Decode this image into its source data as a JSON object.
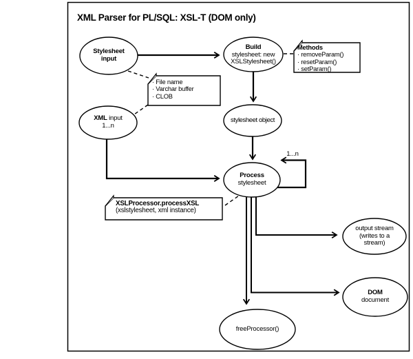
{
  "title": "XML Parser for PL/SQL: XSL-T (DOM only)",
  "colors": {
    "line": "#000000",
    "background": "#ffffff"
  },
  "nodes": {
    "stylesheet_input": {
      "line1": "Stylesheet",
      "line2": "input"
    },
    "build_stylesheet": {
      "line1": "Build",
      "line2": "stylesheet: new",
      "line3": "XSLStylesheet()"
    },
    "xml_input": {
      "line1_bold": "XML",
      "line1_rest": "input",
      "line2": "1...n"
    },
    "stylesheet_object": {
      "label": "stylesheet object"
    },
    "process_stylesheet": {
      "line1": "Process",
      "line2": "stylesheet"
    },
    "output_stream": {
      "line1": "output stream",
      "line2": "(writes to a",
      "line3": "stream)"
    },
    "dom_document": {
      "line1": "DOM",
      "line2": "document"
    },
    "free_processor": {
      "label": "freeProcessor()"
    }
  },
  "notes": {
    "stylesheet_sources": {
      "items": [
        "· File name",
        "· Varchar buffer",
        "· CLOB"
      ]
    },
    "methods": {
      "title": "Methods",
      "items": [
        "· removeParam()",
        "· resetParam()",
        "· setParam()"
      ]
    },
    "process_call": {
      "line1": "XSLProcessor.processXSL",
      "line2": "(xslstylesheet, xml instance)"
    }
  },
  "labels": {
    "loop_multiplicity": "1...n"
  }
}
